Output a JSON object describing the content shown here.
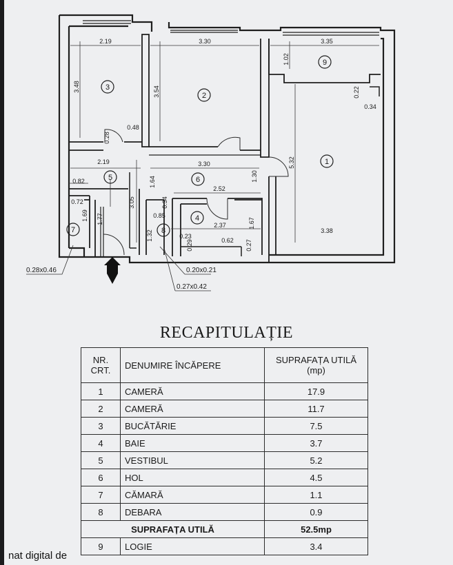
{
  "plan": {
    "rooms": [
      {
        "id": "room-1",
        "number": "1"
      },
      {
        "id": "room-2",
        "number": "2"
      },
      {
        "id": "room-3",
        "number": "3"
      },
      {
        "id": "room-4",
        "number": "4"
      },
      {
        "id": "room-5",
        "number": "5"
      },
      {
        "id": "room-6",
        "number": "6"
      },
      {
        "id": "room-7",
        "number": "7"
      },
      {
        "id": "room-8",
        "number": "8"
      },
      {
        "id": "room-9",
        "number": "9"
      }
    ],
    "dimensions": {
      "d_2_19_top": "2.19",
      "d_3_30_top": "3.30",
      "d_3_35": "3.35",
      "d_3_48": "3.48",
      "d_3_54": "3.54",
      "d_1_02": "1.02",
      "d_0_22": "0.22",
      "d_0_34_right": "0.34",
      "d_0_48": "0.48",
      "d_0_28": "0.28",
      "d_2_19_mid": "2.19",
      "d_3_30_mid": "3.30",
      "d_5_32": "5.32",
      "d_0_82": "0.82",
      "d_1_64": "1.64",
      "d_2_52": "2.52",
      "d_1_30": "1.30",
      "d_0_72": "0.72",
      "d_1_69": "1.69",
      "d_1_77": "1.77",
      "d_3_05": "3.05",
      "d_0_34_mid": "0.34",
      "d_0_85": "0.85",
      "d_2_37": "2.37",
      "d_1_67": "1.67",
      "d_3_38": "3.38",
      "d_1_32": "1.32",
      "d_0_23": "0.23",
      "d_0_29": "0.29",
      "d_0_62": "0.62",
      "d_0_27": "0.27",
      "note_028x046": "0.28x0.46",
      "note_020x021": "0.20x0.21",
      "note_027x042": "0.27x0.42"
    }
  },
  "recap": {
    "title": "RECAPITULAȚIE",
    "headers": {
      "nr_line1": "NR.",
      "nr_line2": "CRT.",
      "name": "DENUMIRE ÎNCĂPERE",
      "area_line1": "SUPRAFAȚA UTILĂ",
      "area_line2": "(mp)"
    },
    "rows": [
      {
        "nr": "1",
        "name": "CAMERĂ",
        "area": "17.9"
      },
      {
        "nr": "2",
        "name": "CAMERĂ",
        "area": "11.7"
      },
      {
        "nr": "3",
        "name": "BUCĂTĂRIE",
        "area": "7.5"
      },
      {
        "nr": "4",
        "name": "BAIE",
        "area": "3.7"
      },
      {
        "nr": "5",
        "name": "VESTIBUL",
        "area": "5.2"
      },
      {
        "nr": "6",
        "name": "HOL",
        "area": "4.5"
      },
      {
        "nr": "7",
        "name": "CĂMARĂ",
        "area": "1.1"
      },
      {
        "nr": "8",
        "name": "DEBARA",
        "area": "0.9"
      }
    ],
    "total": {
      "label": "SUPRAFAȚA UTILĂ",
      "value": "52.5mp"
    },
    "partial_row": {
      "nr": "9",
      "name": "LOGIE",
      "area": "3.4"
    }
  },
  "footer": {
    "note": "nat digital de"
  }
}
